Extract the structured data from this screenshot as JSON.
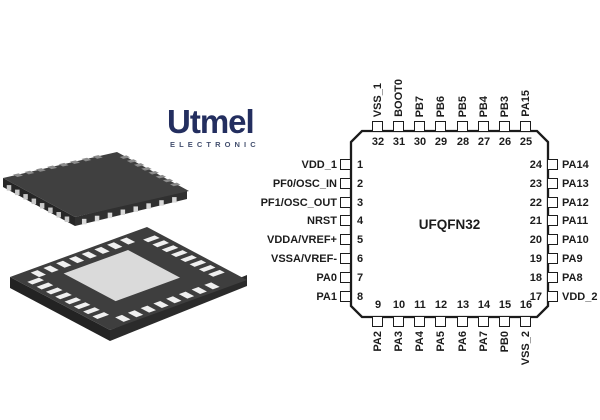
{
  "logo": {
    "brand": "Utmel",
    "subtitle": "ELECTRONIC",
    "brand_color": "#232e5f"
  },
  "diagram": {
    "package_label": "UFQFN32",
    "line_color": "#1c1c1c",
    "pins": {
      "left": [
        {
          "num": "1",
          "label": "VDD_1"
        },
        {
          "num": "2",
          "label": "PF0/OSC_IN"
        },
        {
          "num": "3",
          "label": "PF1/OSC_OUT"
        },
        {
          "num": "4",
          "label": "NRST"
        },
        {
          "num": "5",
          "label": "VDDA/VREF+"
        },
        {
          "num": "6",
          "label": "VSSA/VREF-"
        },
        {
          "num": "7",
          "label": "PA0"
        },
        {
          "num": "8",
          "label": "PA1"
        }
      ],
      "top": [
        {
          "num": "32",
          "label": "VSS_1"
        },
        {
          "num": "31",
          "label": "BOOT0"
        },
        {
          "num": "30",
          "label": "PB7"
        },
        {
          "num": "29",
          "label": "PB6"
        },
        {
          "num": "28",
          "label": "PB5"
        },
        {
          "num": "27",
          "label": "PB4"
        },
        {
          "num": "26",
          "label": "PB3"
        },
        {
          "num": "25",
          "label": "PA15"
        }
      ],
      "right": [
        {
          "num": "24",
          "label": "PA14"
        },
        {
          "num": "23",
          "label": "PA13"
        },
        {
          "num": "22",
          "label": "PA12"
        },
        {
          "num": "21",
          "label": "PA11"
        },
        {
          "num": "20",
          "label": "PA10"
        },
        {
          "num": "19",
          "label": "PA9"
        },
        {
          "num": "18",
          "label": "PA8"
        },
        {
          "num": "17",
          "label": "VDD_2"
        }
      ],
      "bottom": [
        {
          "num": "9",
          "label": "PA2"
        },
        {
          "num": "10",
          "label": "PA3"
        },
        {
          "num": "11",
          "label": "PA4"
        },
        {
          "num": "12",
          "label": "PA5"
        },
        {
          "num": "13",
          "label": "PA6"
        },
        {
          "num": "14",
          "label": "PA7"
        },
        {
          "num": "15",
          "label": "PB0"
        },
        {
          "num": "16",
          "label": "VSS_2"
        }
      ]
    }
  },
  "render3d": {
    "description": "qfn-package-top-and-bottom-3d-view",
    "body_color": "#404040",
    "side_color_dark": "#262626",
    "side_color_light": "#303030",
    "thermal_pad_color": "#dadada",
    "pin_color": "#f0f0f0",
    "back_notch_color": "#8c8c8c"
  }
}
